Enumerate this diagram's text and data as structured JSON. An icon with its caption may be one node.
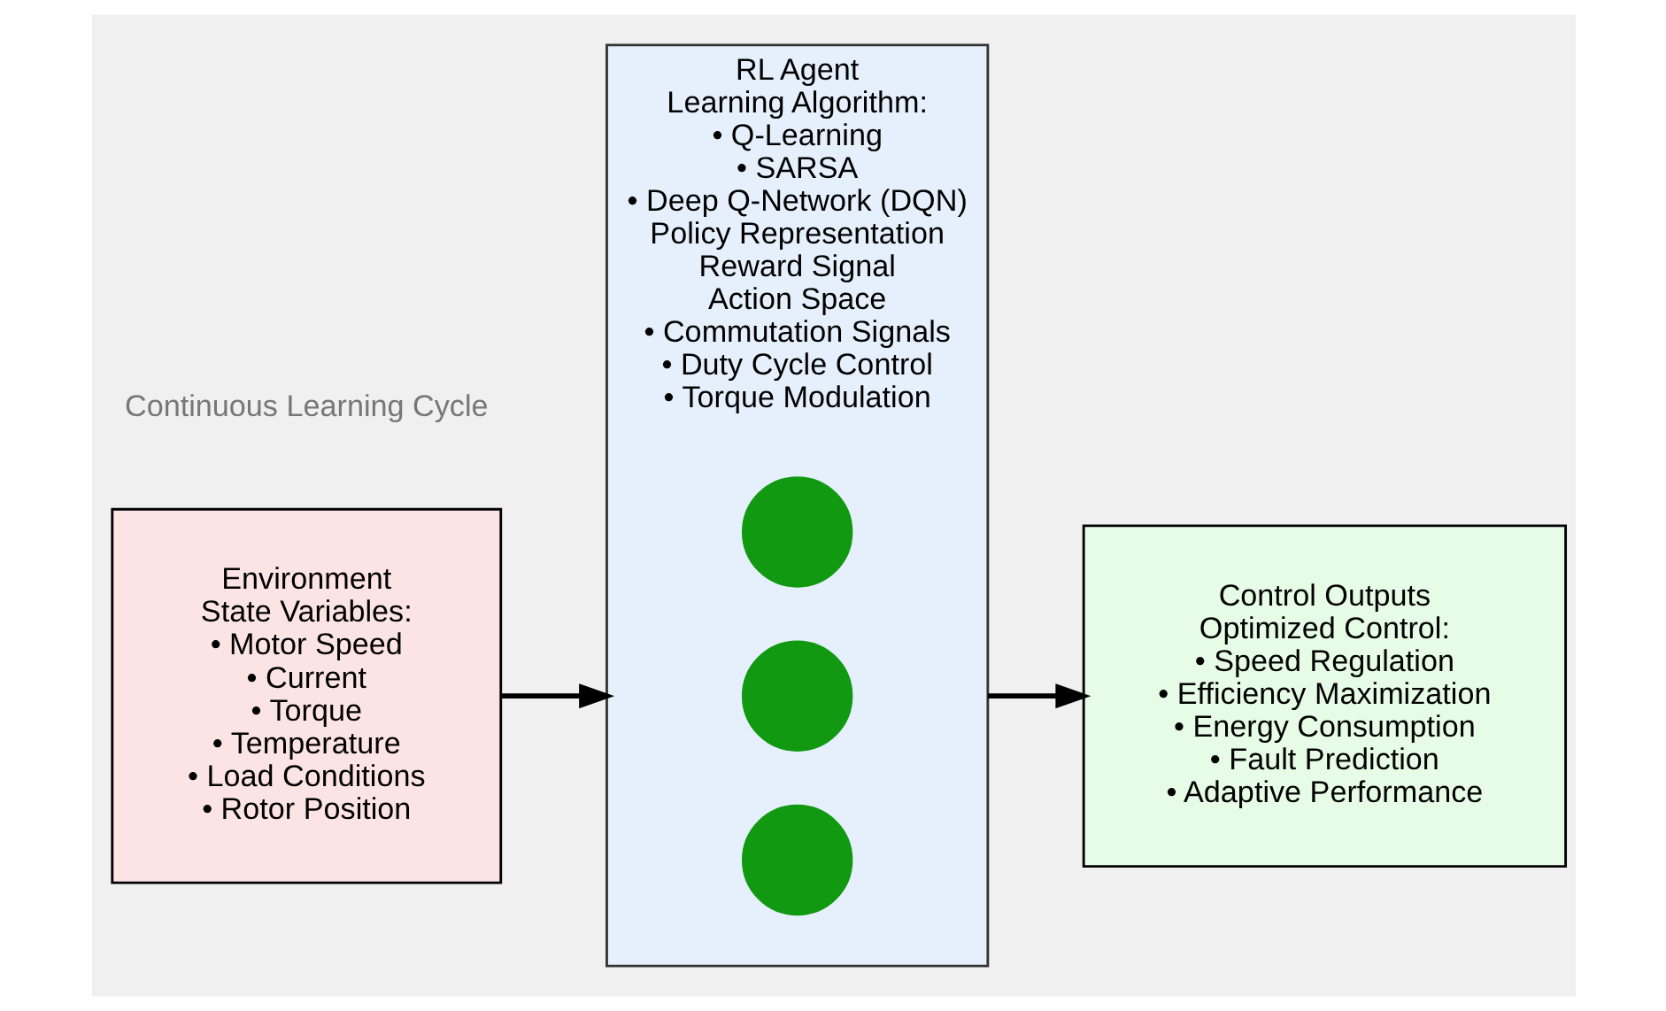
{
  "diagram": {
    "nodes": [
      {
        "text": [
          "Environment",
          "State Variables:",
          "• Motor Speed",
          "• Current",
          "• Torque",
          "• Temperature",
          "• Load Conditions",
          "• Rotor Position"
        ]
      },
      {
        "text": [
          "RL Agent",
          "Learning Algorithm:",
          "• Q-Learning",
          "• SARSA",
          "• Deep Q-Network (DQN)",
          "Policy Representation",
          "Reward Signal",
          "Action Space",
          "• Commutation Signals",
          "• Duty Cycle Control",
          "• Torque Modulation"
        ]
      },
      {
        "text": [],
        "shape": "circle",
        "in": 1
      },
      {
        "text": [],
        "shape": "circle",
        "in": 1
      },
      {
        "text": [],
        "shape": "circle",
        "in": 1
      },
      {
        "text": [
          "Control Outputs",
          "Optimized Control:",
          "• Speed Regulation",
          "• Efficiency Maximization",
          "• Energy Consumption",
          "• Fault Prediction",
          "• Adaptive Performance"
        ]
      }
    ],
    "edges": [
      {
        "from": 0,
        "to": 1,
        "arrow": "to"
      },
      {
        "from": 1,
        "to": 5,
        "arrow": "to"
      }
    ],
    "labels": [
      "Continuous Learning Cycle"
    ]
  }
}
